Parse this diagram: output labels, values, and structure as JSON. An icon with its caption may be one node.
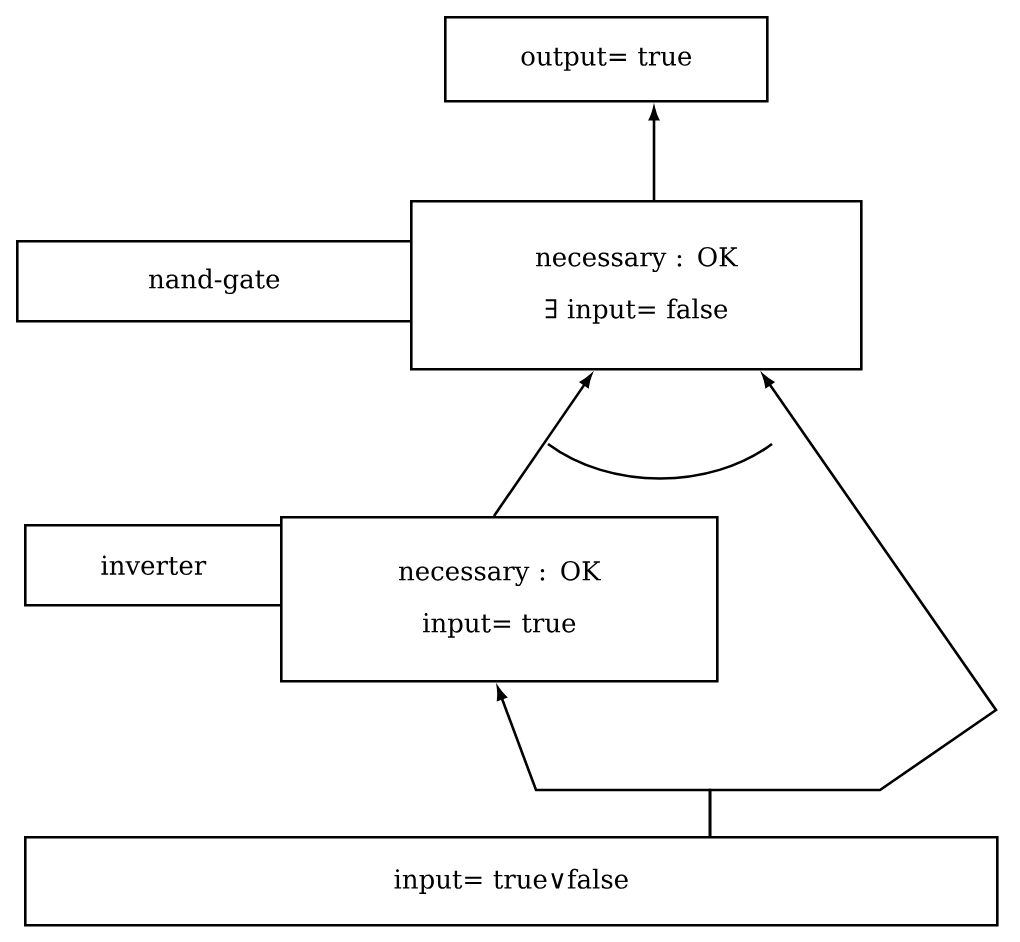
{
  "diagram": {
    "nodes": [
      {
        "text": [
          "output= true"
        ]
      },
      {
        "text": [
          "nand-gate"
        ]
      },
      {
        "text": [
          "necessary : OK",
          "∃ input= false"
        ]
      },
      {
        "text": [
          "inverter"
        ]
      },
      {
        "text": [
          "necessary : OK",
          "input= true"
        ]
      },
      {
        "text": [
          "input= true∨false"
        ]
      }
    ],
    "edges": [
      {
        "from": 2,
        "to": 0,
        "arrow": "to"
      },
      {
        "from": 4,
        "to": 2,
        "arrow": "to"
      },
      {
        "from": 5,
        "to": 4,
        "arrow": "to"
      },
      {
        "from": 5,
        "to": 2,
        "arrow": "to"
      }
    ]
  }
}
